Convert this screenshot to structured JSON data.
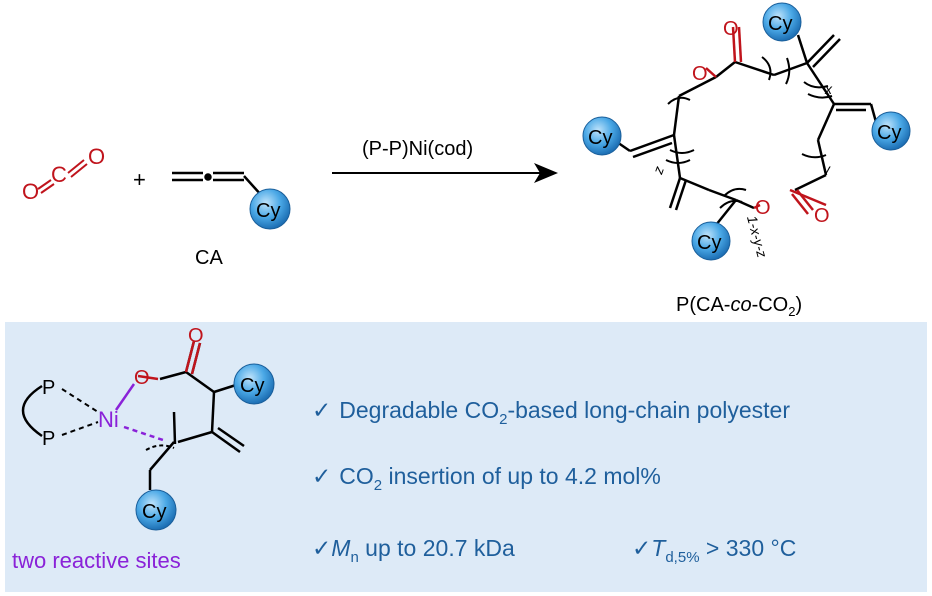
{
  "reaction": {
    "co2_o_left": "O",
    "co2_c": "C",
    "co2_o_right": "O",
    "plus": "+",
    "monomer_label": "CA",
    "cy": "Cy",
    "catalyst": "(P-P)Ni(cod)",
    "product_prefix": "P(CA-",
    "product_co": "co",
    "product_mid": "-CO",
    "product_sub": "2",
    "product_suffix": ")",
    "index_x": "x",
    "index_y": "y",
    "index_z": "z",
    "index_rest": "1-x-y-z",
    "ester_o": "O"
  },
  "mechanism": {
    "p_top": "P",
    "p_bottom": "P",
    "ni": "Ni",
    "o_single": "O",
    "o_double": "O",
    "cy": "Cy",
    "caption": "two reactive sites"
  },
  "highlights": {
    "check": "✓",
    "line1_a": "Degradable CO",
    "line1_sub": "2",
    "line1_b": "-based long-chain polyester",
    "line2_a": "CO",
    "line2_sub": "2",
    "line2_b": " insertion of up to 4.2 mol%",
    "line3_m": "M",
    "line3_m_sub": "n",
    "line3_b": " up to 20.7 kDa",
    "line4_t": "T",
    "line4_t_sub": "d,5%",
    "line4_b": " > 330 °C"
  },
  "colors": {
    "text_blue": "#1f5f9c",
    "oxygen_red": "#c0141c",
    "purple": "#8a22d8",
    "panel_bg": "#ddeaf7",
    "cy_ball": "#4aa8e6"
  }
}
